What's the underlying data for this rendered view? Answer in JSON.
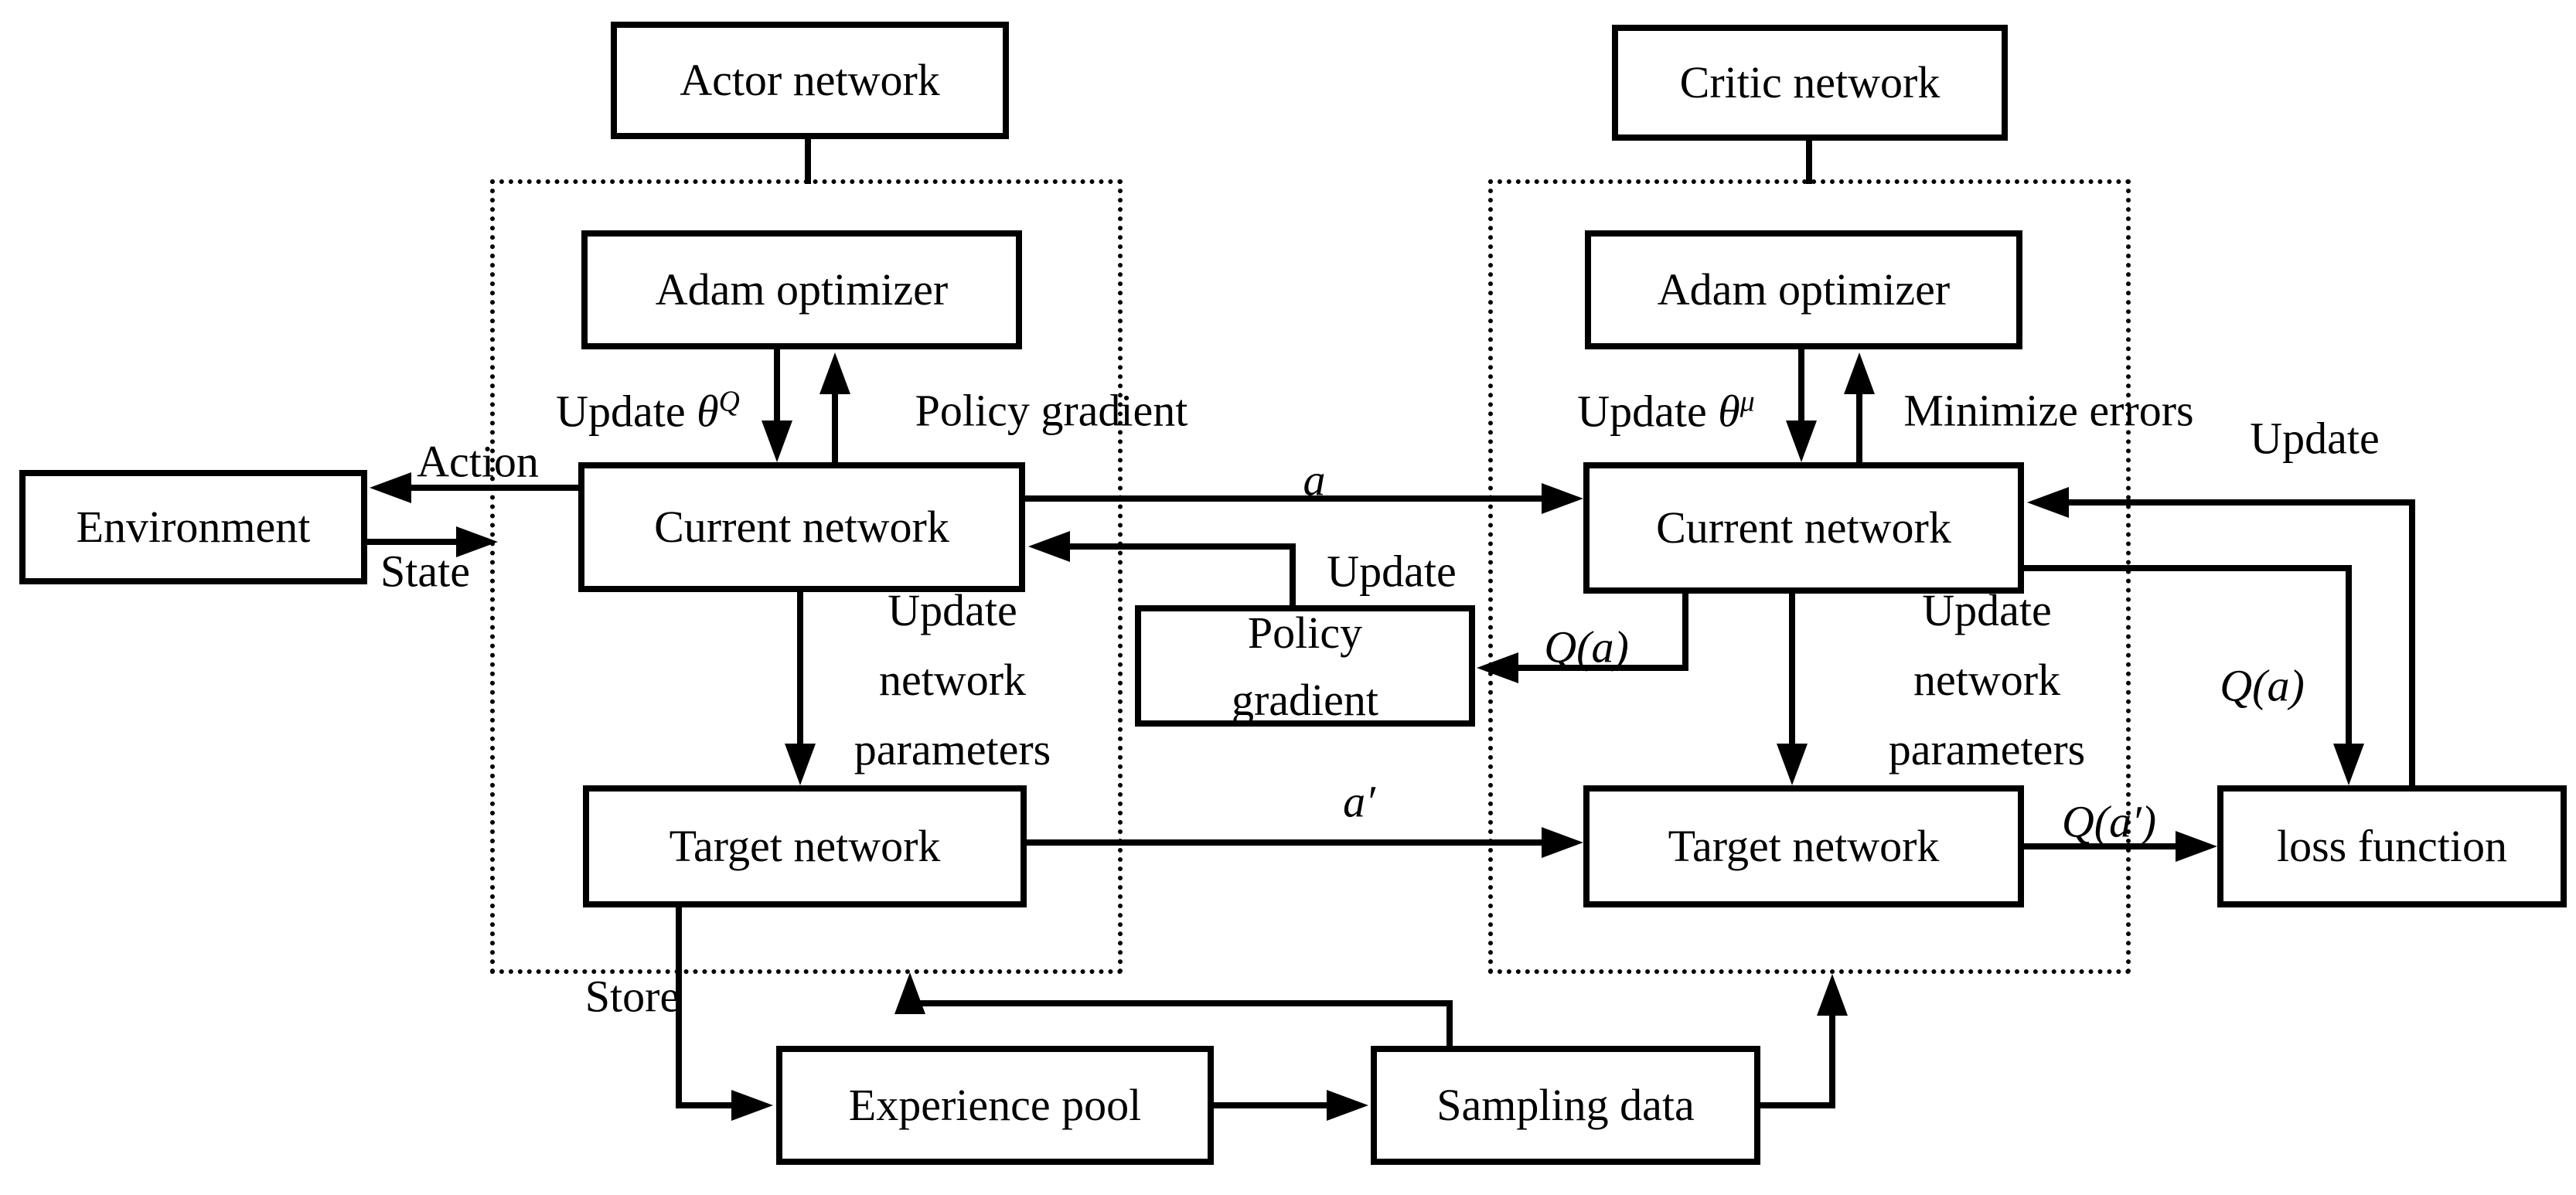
{
  "colors": {
    "line": "#000000",
    "background": "#ffffff"
  },
  "boxes": {
    "actor_network": "Actor network",
    "critic_network": "Critic network",
    "adam_optimizer_actor": "Adam optimizer",
    "adam_optimizer_critic": "Adam optimizer",
    "current_network_actor": "Current network",
    "current_network_critic": "Current network",
    "target_network_actor": "Target network",
    "target_network_critic": "Target network",
    "environment": "Environment",
    "policy_gradient": {
      "line1": "Policy",
      "line2": "gradient"
    },
    "loss_function": "loss function",
    "experience_pool": "Experience pool",
    "sampling_data": "Sampling data"
  },
  "labels": {
    "action": "Action",
    "state": "State",
    "update_theta_q": {
      "prefix": "Update ",
      "theta": "θ",
      "sup": "Q"
    },
    "update_theta_mu": {
      "prefix": "Update ",
      "theta": "θ",
      "sup": "μ"
    },
    "policy_gradient_label": "Policy gradient",
    "minimize_errors": "Minimize errors",
    "update_top_right": "Update",
    "update_mid": "Update",
    "a": "a",
    "a_prime": "a′",
    "q_a_mid": "Q(a)",
    "q_a_right": "Q(a)",
    "q_a_prime": "Q(a′)",
    "update_network_parameters_actor": {
      "line1": "Update",
      "line2": "network",
      "line3": "parameters"
    },
    "update_network_parameters_critic": {
      "line1": "Update",
      "line2": "network",
      "line3": "parameters"
    },
    "store": "Store"
  }
}
